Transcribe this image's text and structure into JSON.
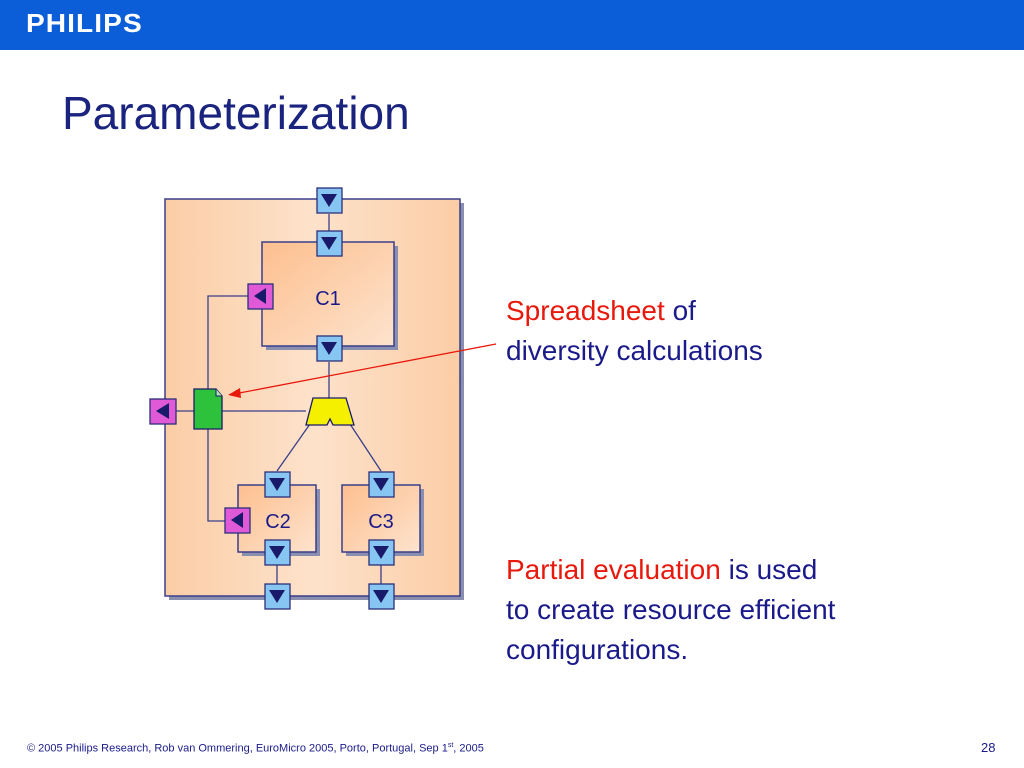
{
  "header": {
    "logo": "PHILIPS",
    "bar_color": "#0b5ed7"
  },
  "slide": {
    "title": "Parameterization"
  },
  "diagram": {
    "components": [
      "C1",
      "C2",
      "C3"
    ]
  },
  "text1": {
    "highlight": "Spreadsheet",
    "rest_line1": " of",
    "line2": "diversity calculations"
  },
  "text2": {
    "highlight": "Partial evaluation",
    "rest_line1": " is used",
    "line2": "to create resource efficient",
    "line3": "configurations."
  },
  "footer": {
    "text_before_sup": "© 2005 Philips Research,  Rob van Ommering, EuroMicro 2005, Porto, Portugal, Sep 1",
    "sup": "st",
    "text_after_sup": ", 2005",
    "page_number": "28"
  },
  "colors": {
    "title": "#1a237e",
    "highlight": "#e8180c",
    "body_text": "#1a1a8a",
    "outer_box": "#fbd3b0",
    "component": "#fdd0a4",
    "required_port": "#87c6f2",
    "provided_port": "#e05ad8",
    "spreadsheet": "#2ec13c",
    "switch": "#f5f000"
  },
  "icons": [
    "required-interface-icon",
    "provided-interface-icon",
    "spreadsheet-icon",
    "switch-icon",
    "arrow-icon"
  ]
}
